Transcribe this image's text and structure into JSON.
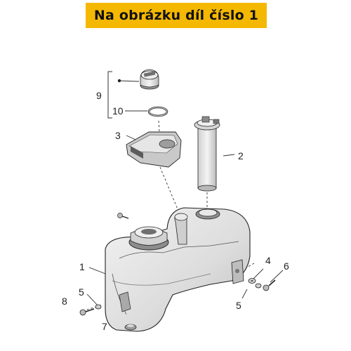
{
  "header": {
    "title": "Na obrázku díl číslo 1",
    "accent_color": "#f5b800"
  },
  "diagram": {
    "callouts": {
      "c1": "1",
      "c2": "2",
      "c3": "3",
      "c4": "4",
      "c5a": "5",
      "c5b": "5",
      "c6": "6",
      "c7": "7",
      "c8": "8",
      "c9": "9",
      "c10": "10"
    }
  }
}
